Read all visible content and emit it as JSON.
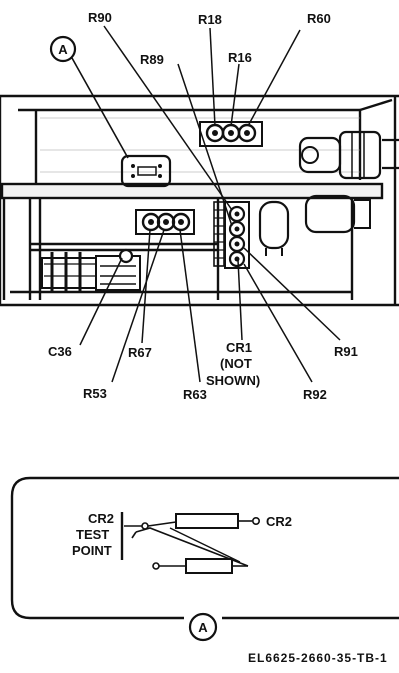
{
  "labels": {
    "r90": "R90",
    "r18": "R18",
    "r60": "R60",
    "r89": "R89",
    "r16": "R16",
    "callout_a": "A",
    "c36": "C36",
    "r67": "R67",
    "cr1_line1": "CR1",
    "cr1_line2": "(NOT",
    "cr1_line3": "SHOWN)",
    "r91": "R91",
    "r53": "R53",
    "r63": "R63",
    "r92": "R92"
  },
  "detail": {
    "test_point_line1": "CR2",
    "test_point_line2": "TEST",
    "test_point_line3": "POINT",
    "cr2": "CR2",
    "callout": "A"
  },
  "caption": "EL6625-2660-35-TB-1"
}
